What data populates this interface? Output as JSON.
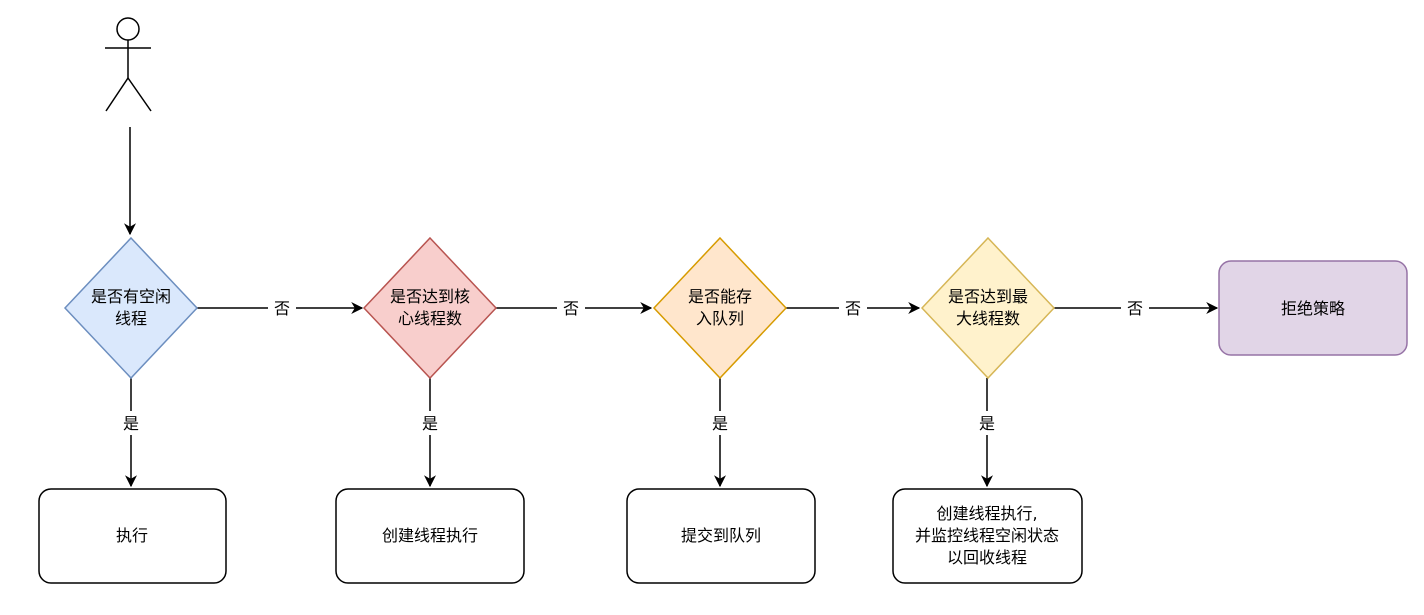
{
  "nodes": {
    "q_idle": {
      "lines": [
        "是否有空闲",
        "线程"
      ],
      "fill": "#dae8fc",
      "stroke": "#6c8ebf"
    },
    "q_core": {
      "lines": [
        "是否达到核",
        "心线程数"
      ],
      "fill": "#f8cecc",
      "stroke": "#b85450"
    },
    "q_queue": {
      "lines": [
        "是否能存",
        "入队列"
      ],
      "fill": "#ffe6cc",
      "stroke": "#d79b00"
    },
    "q_max": {
      "lines": [
        "是否达到最",
        "大线程数"
      ],
      "fill": "#fff2cc",
      "stroke": "#d6b656"
    },
    "reject": {
      "lines": [
        "拒绝策略"
      ],
      "fill": "#e1d5e7",
      "stroke": "#9673a6"
    },
    "exec": {
      "lines": [
        "执行"
      ],
      "fill": "#ffffff",
      "stroke": "#000000"
    },
    "create_exec": {
      "lines": [
        "创建线程执行"
      ],
      "fill": "#ffffff",
      "stroke": "#000000"
    },
    "submit_queue": {
      "lines": [
        "提交到队列"
      ],
      "fill": "#ffffff",
      "stroke": "#000000"
    },
    "create_monitor": {
      "lines": [
        "创建线程执行,",
        "并监控线程空闲状态",
        "以回收线程"
      ],
      "fill": "#ffffff",
      "stroke": "#000000"
    }
  },
  "edges": {
    "no_label": "否",
    "yes_label": "是"
  }
}
